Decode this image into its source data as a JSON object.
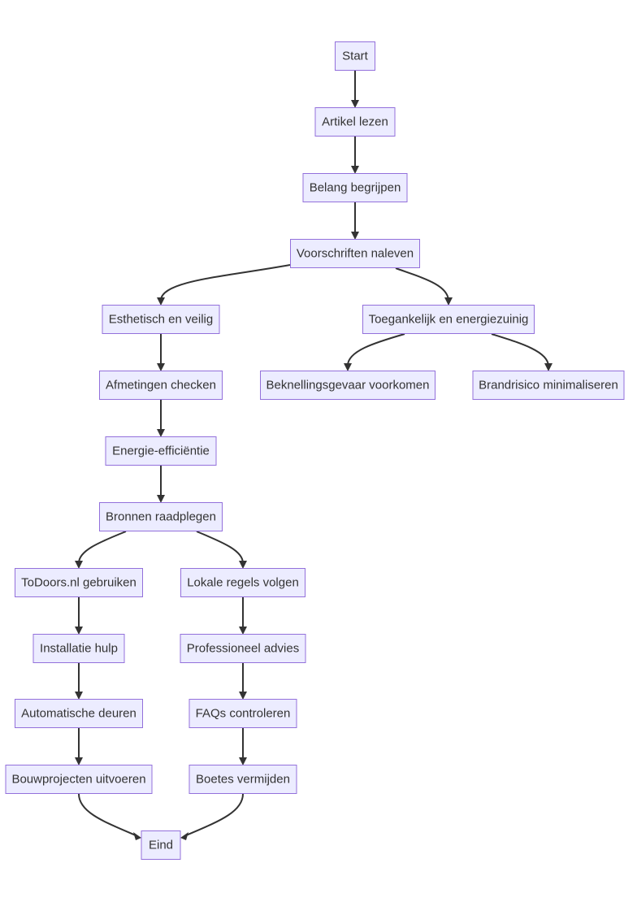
{
  "flowchart": {
    "nodes": [
      {
        "id": "start",
        "label": "Start"
      },
      {
        "id": "artikel",
        "label": "Artikel lezen"
      },
      {
        "id": "belang",
        "label": "Belang begrijpen"
      },
      {
        "id": "voorschriften",
        "label": "Voorschriften naleven"
      },
      {
        "id": "esthetisch",
        "label": "Esthetisch en veilig"
      },
      {
        "id": "toegankelijk",
        "label": "Toegankelijk en energiezuinig"
      },
      {
        "id": "beknelling",
        "label": "Beknellingsgevaar voorkomen"
      },
      {
        "id": "brandrisico",
        "label": "Brandrisico minimaliseren"
      },
      {
        "id": "afmetingen",
        "label": "Afmetingen checken"
      },
      {
        "id": "energie",
        "label": "Energie-efficiëntie"
      },
      {
        "id": "bronnen",
        "label": "Bronnen raadplegen"
      },
      {
        "id": "todoors",
        "label": "ToDoors.nl gebruiken"
      },
      {
        "id": "lokale",
        "label": "Lokale regels volgen"
      },
      {
        "id": "installatie",
        "label": "Installatie hulp"
      },
      {
        "id": "professioneel",
        "label": "Professioneel advies"
      },
      {
        "id": "automatische",
        "label": "Automatische deuren"
      },
      {
        "id": "faqs",
        "label": "FAQs controleren"
      },
      {
        "id": "bouwprojecten",
        "label": "Bouwprojecten uitvoeren"
      },
      {
        "id": "boetes",
        "label": "Boetes vermijden"
      },
      {
        "id": "eind",
        "label": "Eind"
      }
    ],
    "edges": [
      {
        "from": "start",
        "to": "artikel"
      },
      {
        "from": "artikel",
        "to": "belang"
      },
      {
        "from": "belang",
        "to": "voorschriften"
      },
      {
        "from": "voorschriften",
        "to": "esthetisch"
      },
      {
        "from": "voorschriften",
        "to": "toegankelijk"
      },
      {
        "from": "toegankelijk",
        "to": "beknelling"
      },
      {
        "from": "toegankelijk",
        "to": "brandrisico"
      },
      {
        "from": "esthetisch",
        "to": "afmetingen"
      },
      {
        "from": "afmetingen",
        "to": "energie"
      },
      {
        "from": "energie",
        "to": "bronnen"
      },
      {
        "from": "bronnen",
        "to": "todoors"
      },
      {
        "from": "bronnen",
        "to": "lokale"
      },
      {
        "from": "todoors",
        "to": "installatie"
      },
      {
        "from": "installatie",
        "to": "automatische"
      },
      {
        "from": "automatische",
        "to": "bouwprojecten"
      },
      {
        "from": "bouwprojecten",
        "to": "eind"
      },
      {
        "from": "lokale",
        "to": "professioneel"
      },
      {
        "from": "professioneel",
        "to": "faqs"
      },
      {
        "from": "faqs",
        "to": "boetes"
      },
      {
        "from": "boetes",
        "to": "eind"
      }
    ]
  },
  "colors": {
    "node_fill": "#ececff",
    "node_border": "#9370db",
    "edge": "#333333",
    "text": "#333333"
  }
}
